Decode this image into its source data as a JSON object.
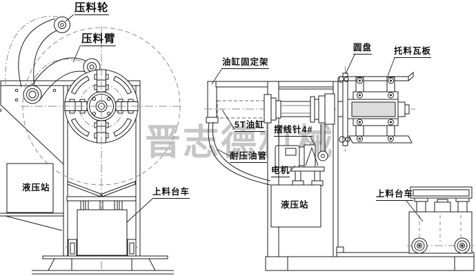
{
  "watermark": "晋志德机械",
  "colors": {
    "line": "#1a1a1a",
    "dash": "#8a8a8a",
    "watermark": "#c6c6c6",
    "background": "#ffffff"
  },
  "front_view": {
    "labels": {
      "press_wheel": "压料轮",
      "press_arm": "压料臂",
      "hydraulic_station": "液压站",
      "loading_cart": "上料台车"
    }
  },
  "side_view": {
    "labels": {
      "cylinder_bracket": "油缸固定架",
      "disc": "圆盘",
      "support_plate": "托料瓦板",
      "cylinder_5t": "5T油缸",
      "cycloid_reducer": "摆线针4#",
      "pressure_pipe": "耐压油管",
      "motor": "电机",
      "hydraulic_station": "液压站",
      "loading_cart": "上料台车"
    }
  }
}
